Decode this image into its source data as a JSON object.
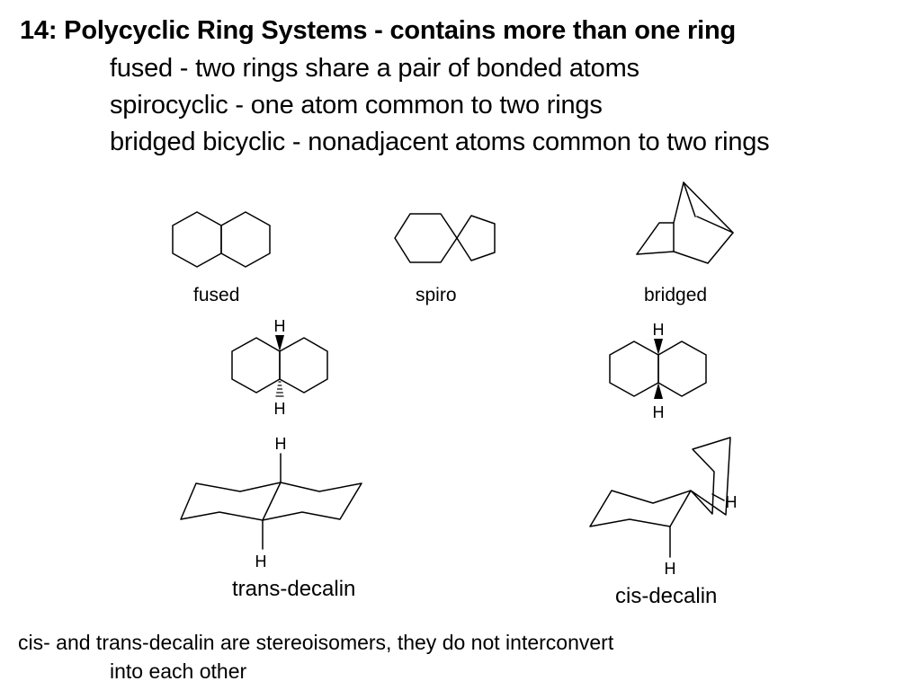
{
  "title": "14: Polycyclic Ring Systems - contains more than one ring",
  "definitions": [
    "fused - two rings share a pair of bonded atoms",
    "spirocyclic - one atom common to two rings",
    "bridged bicyclic - nonadjacent atoms common to two rings"
  ],
  "labels": {
    "fused": "fused",
    "spiro": "spiro",
    "bridged": "bridged",
    "trans": "trans-decalin",
    "cis": "cis-decalin",
    "h": "H"
  },
  "footer": [
    "cis- and trans-decalin are stereoisomers, they do not interconvert",
    "into each other"
  ]
}
